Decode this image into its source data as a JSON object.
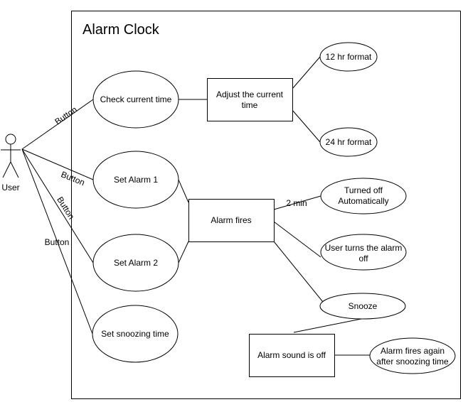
{
  "title": "Alarm Clock",
  "actor": {
    "label": "User"
  },
  "use_cases": {
    "check_time": "Check current time",
    "set_alarm_1": "Set Alarm 1",
    "set_alarm_2": "Set Alarm 2",
    "set_snoozing": "Set snoozing time",
    "format_12": "12 hr format",
    "format_24": "24 hr format",
    "turned_off": [
      "Turned off",
      "Automatically"
    ],
    "user_turns_off": [
      "User turns the alarm",
      "off"
    ],
    "snooze": "Snooze",
    "fires_again": [
      "Alarm fires again",
      "after snoozing time"
    ]
  },
  "boxes": {
    "adjust_time": [
      "Adjust the current",
      "time"
    ],
    "alarm_fires": "Alarm fires",
    "sound_off": "Alarm sound is off"
  },
  "edge_labels": {
    "button_1": "Button",
    "button_2": "Button",
    "button_3": "Button",
    "button_4": "Button",
    "two_min": "2 min"
  }
}
